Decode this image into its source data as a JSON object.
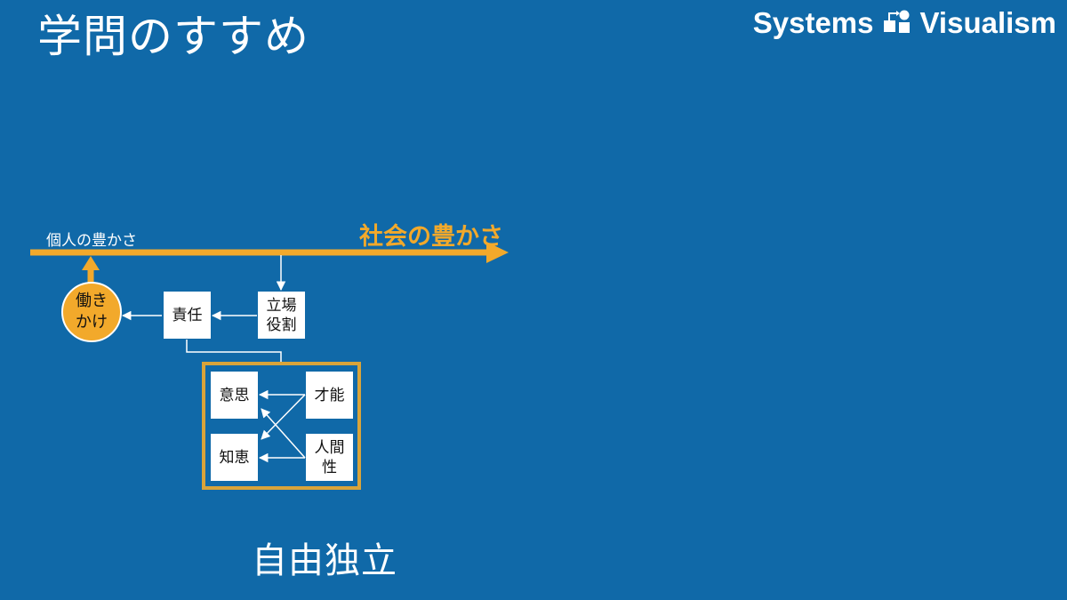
{
  "title": "学問のすすめ",
  "logo": {
    "left": "Systems",
    "right": "Visualism",
    "mark": "systems-visualism-logo-mark"
  },
  "diagram": {
    "personal_wealth": "個人の豊かさ",
    "social_wealth": "社会の豊かさ",
    "action": {
      "line1": "働き",
      "line2": "かけ"
    },
    "responsibility": "責任",
    "position_role": {
      "line1": "立場",
      "line2": "役割"
    },
    "will": "意思",
    "talent": "才能",
    "wisdom": "知恵",
    "humanity": {
      "line1": "人間",
      "line2": "性"
    }
  },
  "footer": "自由独立",
  "colors": {
    "background": "#1069a8",
    "accent": "#f2a92b",
    "box": "#ffffff"
  }
}
